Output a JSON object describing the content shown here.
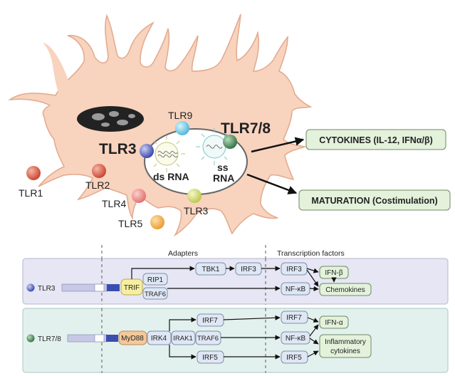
{
  "cell": {
    "receptors": {
      "tlr9": "TLR9",
      "tlr78": "TLR7/8",
      "tlr3_big": "TLR3",
      "tlr1": "TLR1",
      "tlr2": "TLR2",
      "tlr4": "TLR4",
      "tlr5": "TLR5",
      "tlr3_small": "TLR3"
    },
    "ds_rna": "ds RNA",
    "ss_rna_1": "ss",
    "ss_rna_2": "RNA"
  },
  "outcomes": {
    "cytokines": "CYTOKINES (IL-12, IFNα/β)",
    "maturation": "MATURATION (Costimulation)"
  },
  "pathway": {
    "header_adapters": "Adapters",
    "header_tf": "Transcription factors",
    "tlr3_panel": {
      "receptor": "TLR3",
      "trif": "TRIF",
      "rip1": "RIP1",
      "traf6": "TRAF6",
      "tbk1": "TBK1",
      "irf3_a": "IRF3",
      "irf3_b": "IRF3",
      "nfkb": "NF-κB",
      "ifnb": "IFN-β",
      "chemokines": "Chemokines"
    },
    "tlr78_panel": {
      "receptor": "TLR7/8",
      "myd88": "MyD88",
      "irk4": "IRK4",
      "irak1": "IRAK1",
      "traf6": "TRAF6",
      "irf7_a": "IRF7",
      "irf7_b": "IRF7",
      "irf5_a": "IRF5",
      "irf5_b": "IRF5",
      "nfkb": "NF-κB",
      "ifna": "IFN-α",
      "inflammatory_1": "Inflammatory",
      "inflammatory_2": "cytokines"
    }
  },
  "colors": {
    "cell": "#f8d3be",
    "cell_edge": "#e2a98c",
    "panel_tlr3": "#e6e6f4",
    "panel_tlr78": "#e3f1ee",
    "box": "#dfe7f4",
    "box_edge": "#7d8fad",
    "output_box": "#e4f2dc",
    "trif": "#f6efa0",
    "myd88": "#f4c99a"
  }
}
